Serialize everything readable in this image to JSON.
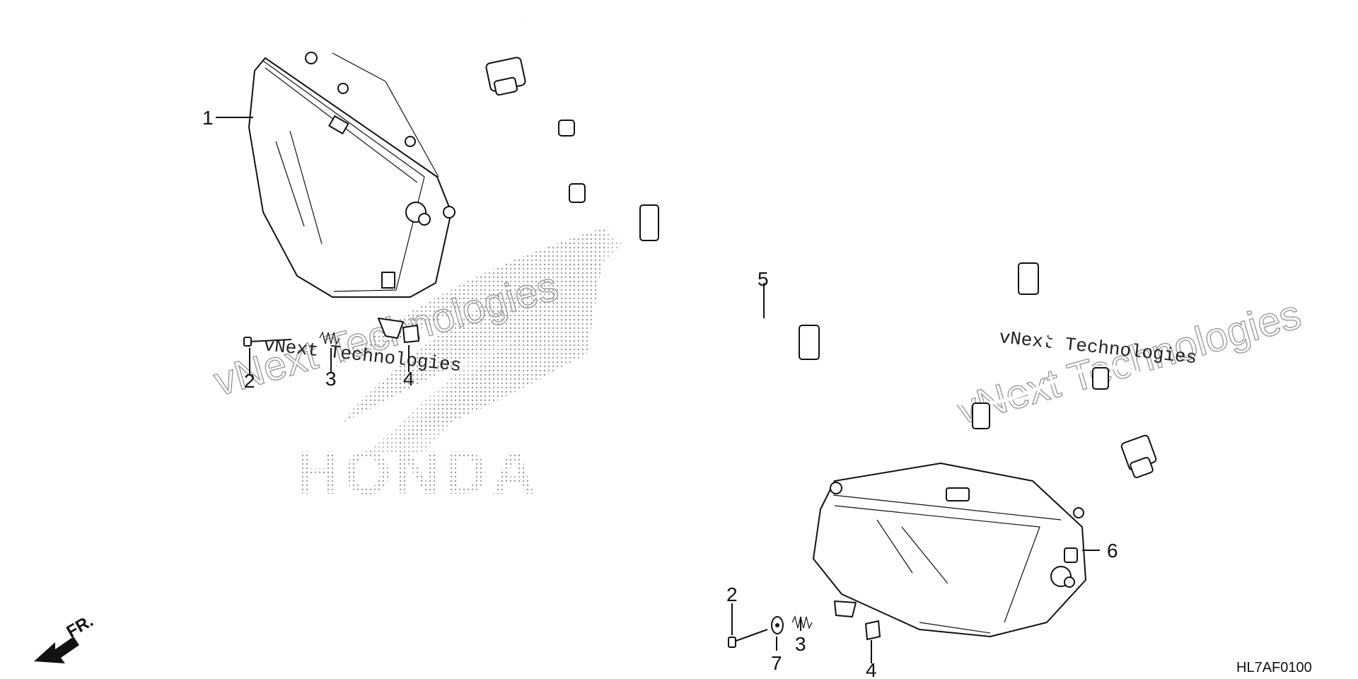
{
  "callouts": {
    "headlight_left": "1",
    "bolt_left": "2",
    "spring_left": "3",
    "clip_nut_left": "4",
    "wire_harness": "5",
    "headlight_right": "6",
    "bolt_right": "2",
    "washer_right": "7",
    "spring_right": "3",
    "clip_nut_right": "4"
  },
  "diagram_code": "HL7AF0100",
  "front_arrow_label": "FR.",
  "brand_watermark": "HONDA",
  "watermarks": {
    "left_serif": "vNext Technologies",
    "left_outline": "vNext Technologies",
    "right_serif": "vNext Technologies",
    "right_outline": "vNext Technologies"
  }
}
